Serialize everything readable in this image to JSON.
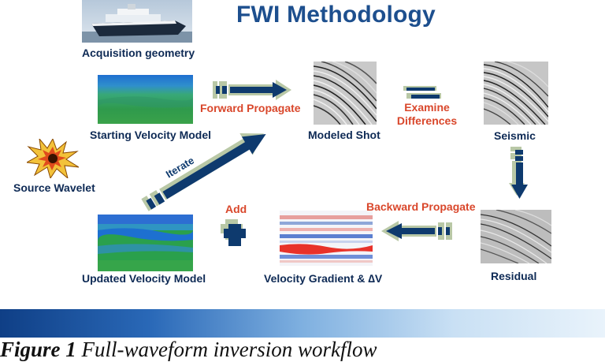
{
  "title": "FWI Methodology",
  "nodes": {
    "acquisition": "Acquisition geometry",
    "starting_model": "Starting Velocity Model",
    "modeled_shot": "Modeled Shot",
    "seismic": "Seismic",
    "source_wavelet": "Source Wavelet",
    "residual": "Residual",
    "velocity_gradient": "Velocity Gradient & ∆V",
    "updated_model": "Updated Velocity Model"
  },
  "edges": {
    "forward": "Forward Propagate",
    "examine_line1": "Examine",
    "examine_line2": "Differences",
    "backward": "Backward Propagate",
    "add": "Add",
    "iterate": "Iterate"
  },
  "caption": {
    "prefix": "Figure 1",
    "text": "Full-waveform inversion workflow"
  },
  "colors": {
    "title": "#1d4f8e",
    "label": "#0e2a55",
    "edge_label": "#d9472b",
    "arrow_dark": "#0e3a6e",
    "arrow_light": "#b9c8a6"
  }
}
